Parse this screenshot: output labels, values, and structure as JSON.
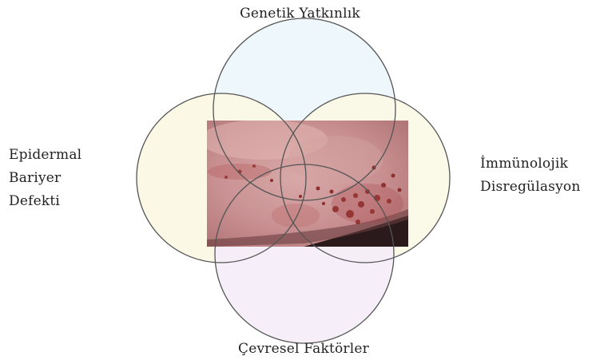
{
  "diagram": {
    "type": "venn",
    "sets": [
      {
        "id": "top",
        "lines": [
          "Genetik Yatkınlık"
        ],
        "fill": "#eef7fb"
      },
      {
        "id": "left",
        "lines": [
          "Epidermal",
          "Bariyer",
          "Defekti"
        ],
        "fill": "#fbf7e3"
      },
      {
        "id": "right",
        "lines": [
          "İmmünolojik",
          "Disregülasyon"
        ],
        "fill": "#fbf8e6"
      },
      {
        "id": "bottom",
        "lines": [
          "Çevresel Faktörler"
        ],
        "fill": "#f5ecf7"
      }
    ],
    "center_image": {
      "subject": "skin-eczema-photo",
      "colors": {
        "skin_base": "#c88f91",
        "skin_light": "#d8a9a8",
        "lesion": "#8e2f2c",
        "dark_background": "#2a1a1c"
      }
    },
    "circle_stroke": "#555555"
  }
}
